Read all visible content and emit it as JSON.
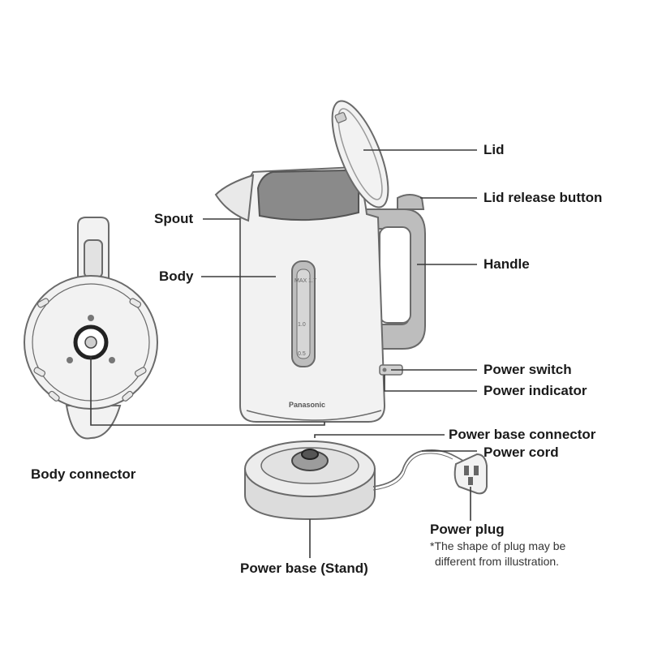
{
  "labels": {
    "lid": "Lid",
    "lid_release_button": "Lid release button",
    "spout": "Spout",
    "handle": "Handle",
    "body": "Body",
    "power_switch": "Power switch",
    "power_indicator": "Power indicator",
    "power_base_connector": "Power base connector",
    "power_cord": "Power cord",
    "body_connector": "Body connector",
    "power_plug": "Power plug",
    "power_base_stand": "Power base (Stand)"
  },
  "plug_note": {
    "line1": "*The shape of plug may be",
    "line2": "different from illustration."
  },
  "kettle": {
    "brand": "Panasonic",
    "gauge_top": "MAX 1.7",
    "gauge_mid": "1.0",
    "gauge_low": "0.5"
  },
  "colors": {
    "outline": "#6a6a6a",
    "body_fill": "#f2f2f2",
    "grey_fill": "#bdbdbd",
    "dark_fill": "#7f7f7f",
    "leader": "#3a3a3a"
  }
}
